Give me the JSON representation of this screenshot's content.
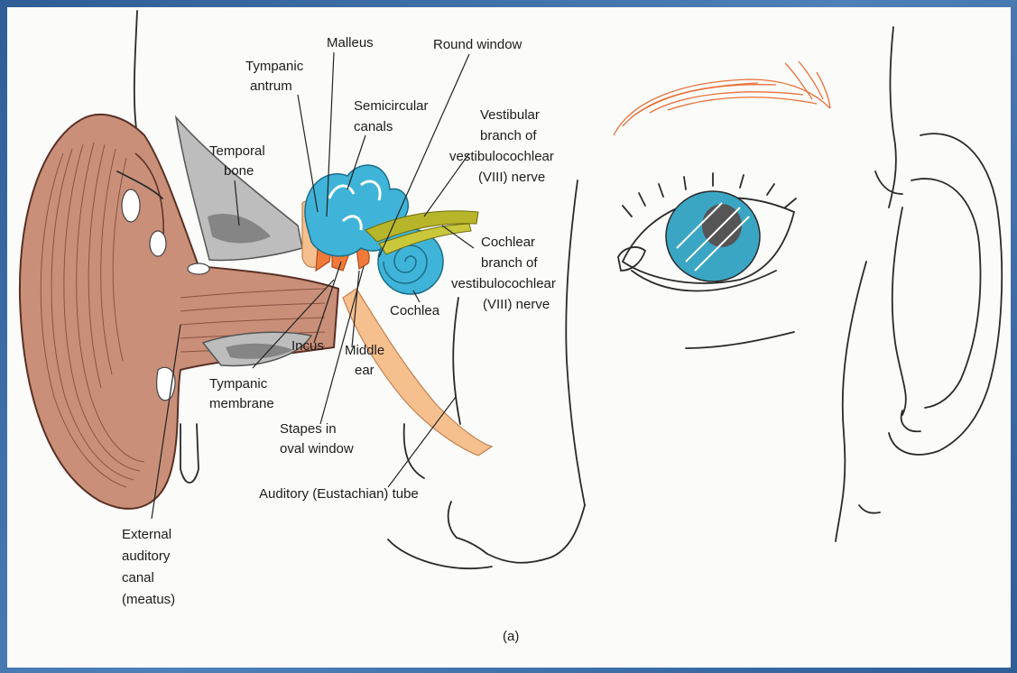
{
  "labels": {
    "malleus": "Malleus",
    "round_window": "Round window",
    "tympanic_antrum_1": "Tympanic",
    "tympanic_antrum_2": "antrum",
    "semicircular_1": "Semicircular",
    "semicircular_2": "canals",
    "vestibular_1": "Vestibular",
    "vestibular_2": "branch of",
    "vestibular_3": "vestibulocochlear",
    "vestibular_4": "(VIII) nerve",
    "temporal_1": "Temporal",
    "temporal_2": "bone",
    "cochlear_1": "Cochlear",
    "cochlear_2": "branch of",
    "cochlear_3": "vestibulocochlear",
    "cochlear_4": "(VIII) nerve",
    "cochlea": "Cochlea",
    "incus": "Incus",
    "middle_1": "Middle",
    "middle_2": "ear",
    "tympanic_membrane_1": "Tympanic",
    "tympanic_membrane_2": "membrane",
    "stapes_1": "Stapes in",
    "stapes_2": "oval window",
    "auditory_tube": "Auditory (Eustachian) tube",
    "external_1": "External",
    "external_2": "auditory",
    "external_3": "canal",
    "external_4": "(meatus)",
    "panel_label": "(a)"
  },
  "colors": {
    "background_border": "#3f6da3",
    "panel": "#fbfbf9",
    "outer_ear": "#c98f78",
    "outer_ear_dark": "#8a5040",
    "bone": "#bdbdbd",
    "inner_ear_blue": "#3fb4d8",
    "ossicles_orange": "#f07a3a",
    "tube": "#f6c08e",
    "nerve": "#b7b52a",
    "eyebrow": "#e8703a",
    "iris": "#3aa6c4"
  }
}
